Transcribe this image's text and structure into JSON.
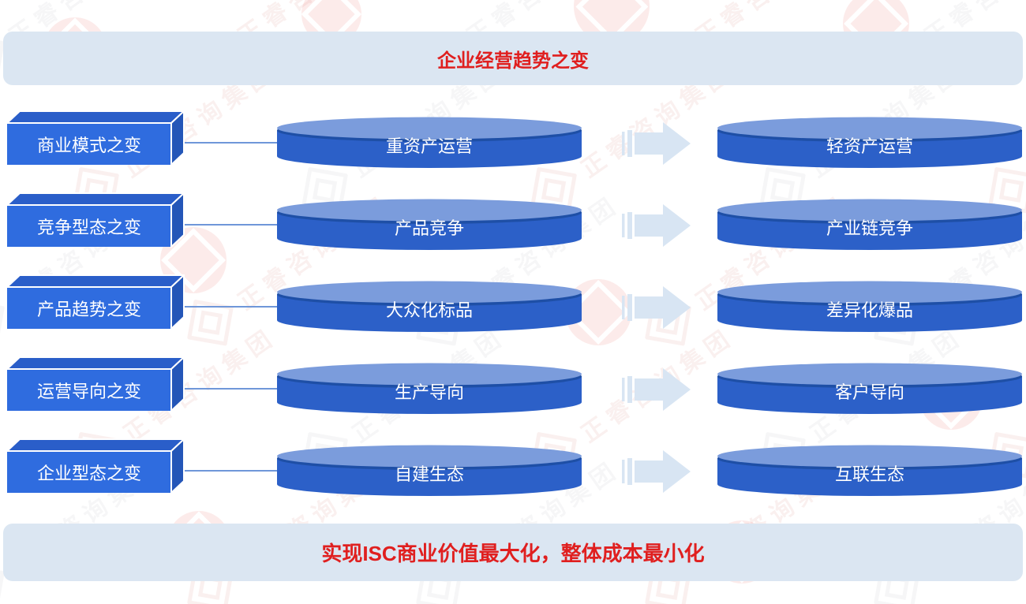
{
  "header": {
    "title": "企业经营趋势之变"
  },
  "footer": {
    "title": "实现ISC商业价值最大化，整体成本最小化"
  },
  "rows": [
    {
      "label": "商业模式之变",
      "from": "重资产运营",
      "to": "轻资产运营"
    },
    {
      "label": "竞争型态之变",
      "from": "产品竞争",
      "to": "产业链竞争"
    },
    {
      "label": "产品趋势之变",
      "from": "大众化标品",
      "to": "差异化爆品"
    },
    {
      "label": "运营导向之变",
      "from": "生产导向",
      "to": "客户导向"
    },
    {
      "label": "企业型态之变",
      "from": "自建生态",
      "to": "互联生态"
    }
  ],
  "watermark": {
    "text": "正睿咨询集团"
  },
  "colors": {
    "banner_bg": "#dbe6f2",
    "title_red": "#e01f1f",
    "box_front": "#2f6cdf",
    "box_top": "#2a5ec9",
    "box_side": "#2456b8",
    "cylinder_top": "#7b9cdc",
    "cylinder_body": "#2c60c8",
    "cylinder_rim": "#1e4fa6",
    "connector": "#6f97d9",
    "arrow": "#d8e5f3",
    "label_text": "#ffffff"
  }
}
